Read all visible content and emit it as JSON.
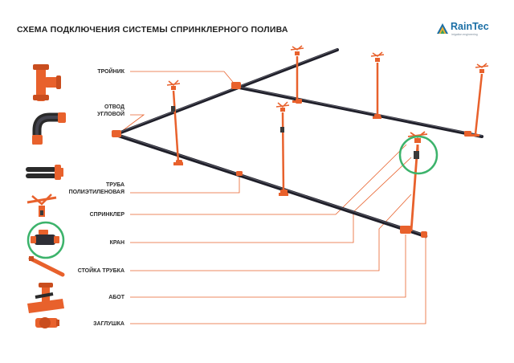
{
  "title": "СХЕМА ПОДКЛЮЧЕНИЯ СИСТЕМЫ СПРИНКЛЕРНОГО ПОЛИВА",
  "logo": {
    "name": "RainTec",
    "tagline": "irrigation engineering"
  },
  "labels": {
    "tee": "ТРОЙНИК",
    "elbow_line1": "ОТВОД",
    "elbow_line2": "УГЛОВОЙ",
    "pipe_line1": "ТРУБА",
    "pipe_line2": "ПОЛИЭТИЛЕНОВАЯ",
    "sprinkler": "СПРИНКЛЕР",
    "valve": "КРАН",
    "riser": "СТОЙКА ТРУБКА",
    "abot": "АБОТ",
    "plug": "ЗАГЛУШКА"
  },
  "colors": {
    "accent": "#e8612c",
    "pipe": "#1e1e28",
    "highlight": "#3cb36b",
    "logo": "#1b6fa6"
  },
  "icons": [
    "tee-fitting-icon",
    "elbow-fitting-icon",
    "pe-pipe-icon",
    "sprinkler-head-icon",
    "ball-valve-icon",
    "riser-pipe-icon",
    "abot-bracket-icon",
    "end-plug-icon"
  ]
}
